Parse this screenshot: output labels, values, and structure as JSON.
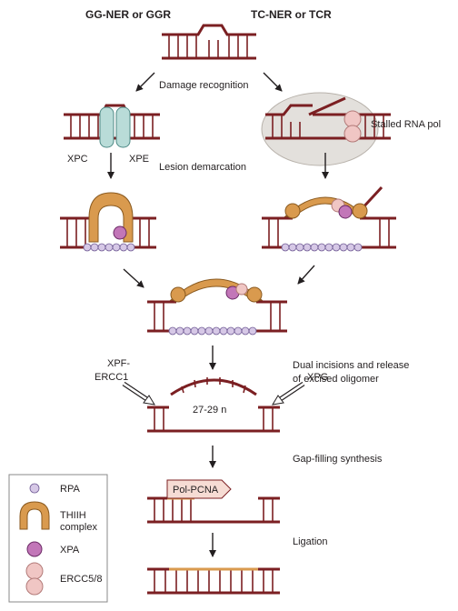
{
  "headers": {
    "left": "GG-NER or GGR",
    "right": "TC-NER or TCR"
  },
  "steps": {
    "damage_recognition": "Damage recognition",
    "lesion_demarcation": "Lesion demarcation",
    "dual_incisions_line1": "Dual incisions and release",
    "dual_incisions_line2": "of excised oligomer",
    "gap_filling": "Gap-filling synthesis",
    "ligation": "Ligation"
  },
  "labels": {
    "stalled_rna_pol": "Stalled RNA pol",
    "xpc": "XPC",
    "xpe": "XPE",
    "xpf_line1": "XPF-",
    "xpf_line2": "ERCC1",
    "xpg": "XPG",
    "oligomer_length": "27-29 n",
    "pol_pcna": "Pol-PCNA"
  },
  "legend": {
    "rpa": "RPA",
    "tfiih_line1": "THIIH",
    "tfiih_line2": "complex",
    "xpa": "XPA",
    "ercc": "ERCC5/8"
  },
  "colors": {
    "dna": "#7b1f22",
    "rpa": "#d6c8e6",
    "tfiih": "#d99a4e",
    "xpa": "#c276b8",
    "ercc": "#f0c6c4",
    "xpc_xpe": "#b9dcd8",
    "rna_pol": "#e3e0dc",
    "repair_patch": "#d99a4e"
  }
}
